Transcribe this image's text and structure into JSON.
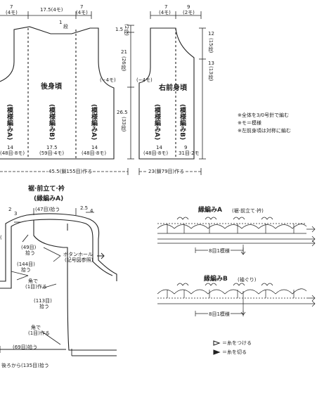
{
  "back_body": {
    "title": "後身頃",
    "top_left": "7",
    "top_left_sub": "(4モ)",
    "top_center": "17.5",
    "top_center_sub": "(4モ)",
    "top_right": "7",
    "top_right_sub": "(4モ)",
    "neck_step": "1",
    "neck_step_sub": "段",
    "height_top": "1.5",
    "height_top_sub": "(2段)",
    "height_mid": "21",
    "height_mid_sub": "(26段)",
    "height_low": "26.5",
    "height_low_sub": "(33段)",
    "armhole_dec": "(−4モ)",
    "pattern_a": "(模様編みA)",
    "pattern_b": "(模様編みB)",
    "bottom_left": "14",
    "bottom_left_sub": "(48目·8モ)",
    "bottom_center": "17.5",
    "bottom_center_sub": "(59目·4モ)",
    "bottom_right": "14",
    "bottom_right_sub": "(48目·8モ)",
    "total_width": "45.5(鎖155目)作る"
  },
  "right_front": {
    "title": "右前身頃",
    "top_left": "7",
    "top_left_sub": "(4モ)",
    "top_right": "9",
    "top_right_sub": "(2モ)",
    "armhole_dec": "(−4モ)",
    "side_top": "12",
    "side_top_sub": "(15段)",
    "side_low": "13",
    "side_low_sub": "(13段)",
    "pattern_a": "(模様編みA)",
    "pattern_b": "(模様編みB)",
    "bottom_left": "14",
    "bottom_left_sub": "(48目·8モ)",
    "bottom_right": "9",
    "bottom_right_sub": "31目·2モ",
    "total_width": "23(鎖79目)作る"
  },
  "notes": [
    "※全体を3/0号針で編む",
    "※モ＝模様",
    "※左前身頃は対称に編む"
  ],
  "border": {
    "title": "裾·前立て·衿",
    "subtitle": "(縁編みA)",
    "collar_pick": "(47目)拾う",
    "left_dim": "2",
    "left_dim_sub": "3",
    "right_dim": "2.5",
    "right_dim_sub": "4",
    "pick49": "(49目)",
    "pick49_b": "拾う",
    "pick144": "(144目)",
    "pick144_b": "拾う",
    "corner1": "角で",
    "corner1_b": "(1目)作る",
    "pick113": "(113目)",
    "pick113_b": "拾う",
    "buttonhole": "ボタンホール",
    "buttonhole_b": "(記号図参照)",
    "corner2": "角で",
    "corner2_b": "(1目)作る",
    "pick69": "(69目)拾う",
    "back_pick": "後ろから(135目)拾う",
    "paren_left": "("
  },
  "chart_a": {
    "title": "縁編みA",
    "subtitle": "(裾·前立て·衿)",
    "repeat": "8目1模様"
  },
  "chart_b": {
    "title": "縁編みB",
    "subtitle": "(袖ぐり)",
    "repeat": "8目1模様"
  },
  "legend": {
    "attach": "＝糸をつける",
    "cut": "＝糸を切る"
  }
}
